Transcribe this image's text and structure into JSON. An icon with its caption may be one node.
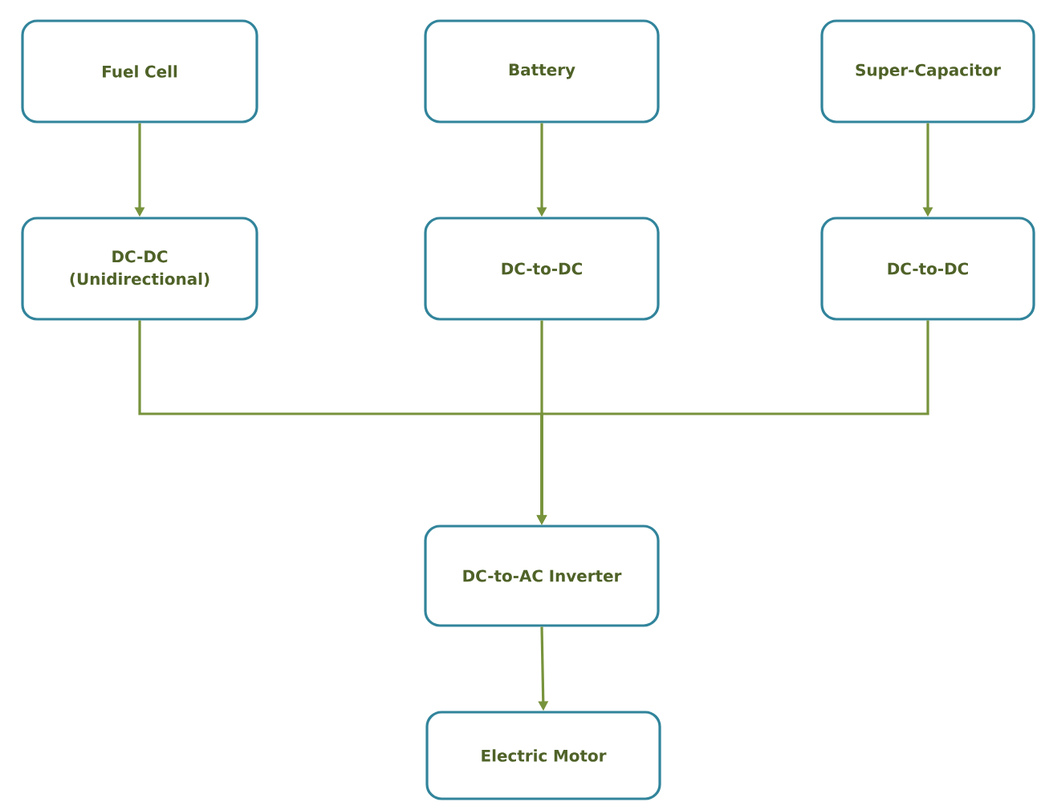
{
  "diagram": {
    "nodes": [
      {
        "text": [
          "Fuel Cell"
        ]
      },
      {
        "text": [
          "Battery"
        ]
      },
      {
        "text": [
          "Super-Capacitor"
        ]
      },
      {
        "text": [
          "DC-DC (Unidirectional)"
        ]
      },
      {
        "text": [
          "DC-to-DC"
        ]
      },
      {
        "text": [
          "DC-to-DC"
        ]
      },
      {
        "text": [
          "DC-to-AC Inverter"
        ]
      },
      {
        "text": [
          "Electric Motor"
        ]
      }
    ],
    "edges": [
      {
        "from": 0,
        "to": 3,
        "arrow": "to"
      },
      {
        "from": 1,
        "to": 4,
        "arrow": "to"
      },
      {
        "from": 2,
        "to": 5,
        "arrow": "to"
      },
      {
        "from": 3,
        "to": 6,
        "arrow": "to"
      },
      {
        "from": 4,
        "to": 6,
        "arrow": "to"
      },
      {
        "from": 5,
        "to": 6,
        "arrow": "to"
      },
      {
        "from": 6,
        "to": 7,
        "arrow": "to"
      }
    ]
  }
}
